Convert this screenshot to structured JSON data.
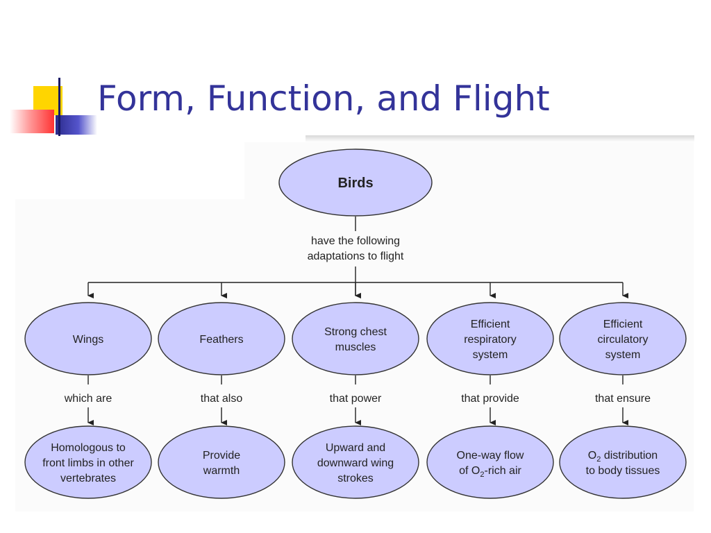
{
  "slide": {
    "title": "Form, Function, and Flight"
  },
  "diagram": {
    "root": "Birds",
    "root_link": [
      "have the following",
      "adaptations to flight"
    ],
    "branches": [
      {
        "node": [
          "Wings"
        ],
        "link": "which are",
        "leaf": [
          [
            "Homologous to"
          ],
          [
            "front limbs in other"
          ],
          [
            "vertebrates"
          ]
        ]
      },
      {
        "node": [
          "Feathers"
        ],
        "link": "that also",
        "leaf": [
          [
            "Provide"
          ],
          [
            "warmth"
          ]
        ]
      },
      {
        "node": [
          "Strong chest",
          "muscles"
        ],
        "link": "that power",
        "leaf": [
          [
            "Upward and"
          ],
          [
            "downward wing"
          ],
          [
            "strokes"
          ]
        ]
      },
      {
        "node": [
          "Efficient",
          "respiratory",
          "system"
        ],
        "link": "that provide",
        "leaf": [
          [
            "One-way flow"
          ],
          [
            "of O",
            "2",
            "-rich air"
          ]
        ]
      },
      {
        "node": [
          "Efficient",
          "circulatory",
          "system"
        ],
        "link": "that ensure",
        "leaf": [
          [
            "O",
            "2",
            " distribution"
          ],
          [
            "to body tissues"
          ]
        ]
      }
    ]
  },
  "colors": {
    "title": "#333399",
    "node_fill": "#ccccff",
    "node_stroke": "#333333",
    "line": "#222222"
  }
}
